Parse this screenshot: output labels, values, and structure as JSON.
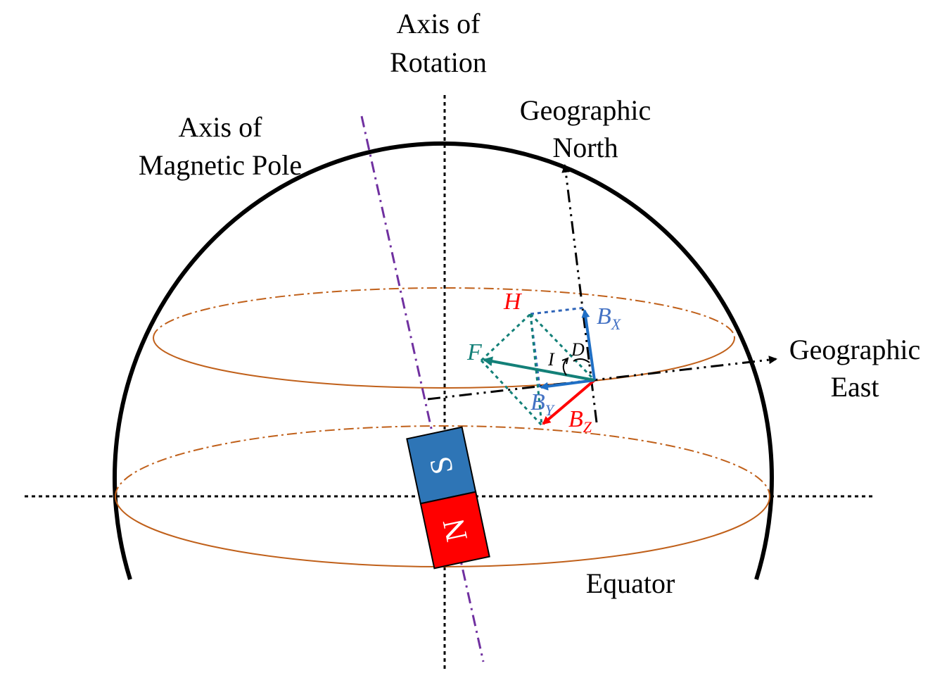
{
  "labels": {
    "axis_rotation_1": "Axis of",
    "axis_rotation_2": "Rotation",
    "axis_magnetic_1": "Axis of",
    "axis_magnetic_2": "Magnetic Pole",
    "geo_north_1": "Geographic",
    "geo_north_2": "North",
    "geo_east_1": "Geographic",
    "geo_east_2": "East",
    "equator": "Equator"
  },
  "vectors": {
    "h": "H",
    "f": "F",
    "bx_main": "B",
    "bx_sub": "X",
    "by_main": "B",
    "by_sub": "Y",
    "bz_main": "B",
    "bz_sub": "Z"
  },
  "angles": {
    "inclination": "I",
    "declination": "D"
  },
  "magnet": {
    "south": "S",
    "north": "N"
  },
  "colors": {
    "sphere": "#000000",
    "orbit": "#c0601a",
    "magnetic_axis": "#7030a0",
    "blue_vector": "#1f6fc5",
    "red_vector": "#ff0000",
    "teal_vector": "#138078",
    "magnet_south": "#2e75b6",
    "magnet_north": "#ff0000"
  }
}
